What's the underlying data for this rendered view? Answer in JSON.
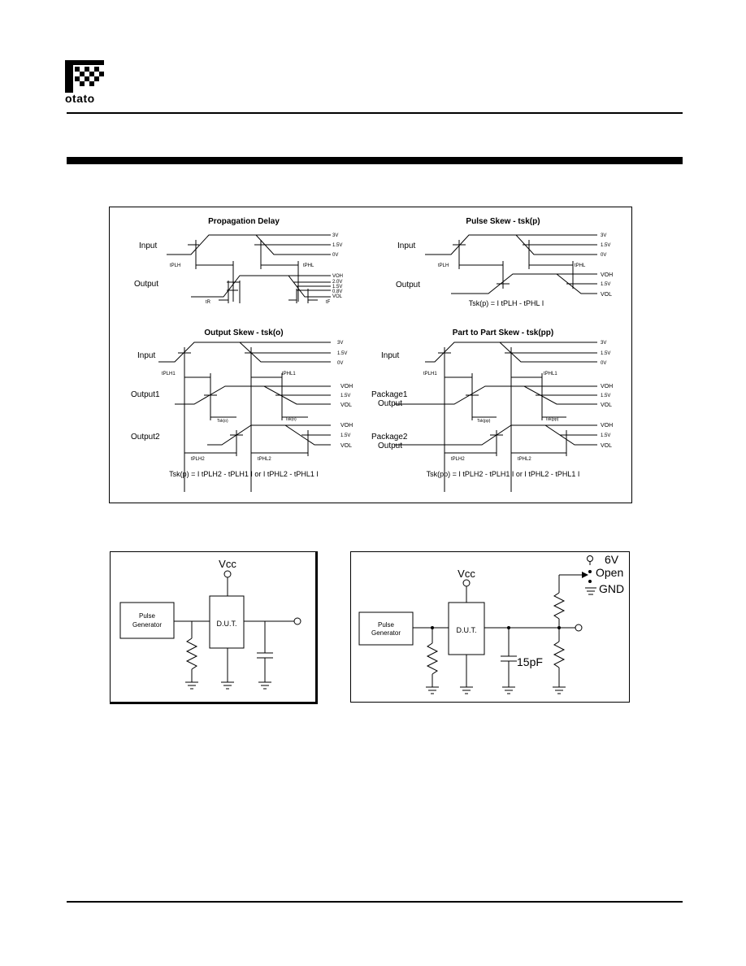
{
  "brand": {
    "logo_text": "otato"
  },
  "timing_diagram": {
    "propagation_delay": {
      "title": "Propagation Delay",
      "input_label": "Input",
      "output_label": "Output",
      "in_levels": [
        "3V",
        "1.5V",
        "0V"
      ],
      "out_levels": [
        "VOH",
        "2.0V",
        "1.5V",
        "0.8V",
        "VOL"
      ],
      "t_plh": "tPLH",
      "t_phl": "tPHL",
      "t_r": "tR",
      "t_f": "tF"
    },
    "pulse_skew": {
      "title": "Pulse Skew - tsk(p)",
      "input_label": "Input",
      "output_label": "Output",
      "in_levels": [
        "3V",
        "1.5V",
        "0V"
      ],
      "out_levels": [
        "VOH",
        "1.5V",
        "VOL"
      ],
      "t_plh": "tPLH",
      "t_phl": "tPHL",
      "formula": "Tsk(p) = I tPLH - tPHL I"
    },
    "output_skew": {
      "title": "Output Skew - tsk(o)",
      "input_label": "Input",
      "output1_label": "Output1",
      "output2_label": "Output2",
      "in_levels": [
        "3V",
        "1.5V",
        "0V"
      ],
      "out1_levels": [
        "VOH",
        "1.5V",
        "VOL"
      ],
      "out2_levels": [
        "VOH",
        "1.5V",
        "VOL"
      ],
      "t_plh1": "tPLH1",
      "t_phl1": "tPHL1",
      "t_plh2": "tPLH2",
      "t_phl2": "tPHL2",
      "tsk": "Tsk(o)",
      "formula": "Tsk(p) = I tPLH2 - tPLH1 I or I tPHL2 - tPHL1 I"
    },
    "part_skew": {
      "title": "Part to Part Skew - tsk(pp)",
      "input_label": "Input",
      "package1_label_a": "Package1",
      "package1_label_b": "Output",
      "package2_label_a": "Package2",
      "package2_label_b": "Output",
      "in_levels": [
        "3V",
        "1.5V",
        "0V"
      ],
      "out1_levels": [
        "VOH",
        "1.5V",
        "VOL"
      ],
      "out2_levels": [
        "VOH",
        "1.5V",
        "VOL"
      ],
      "t_plh1": "tPLH1",
      "t_phl1": "tPHL1",
      "t_plh2": "tPLH2",
      "t_phl2": "tPHL2",
      "tsk": "Tsk(pp)",
      "formula": "Tsk(pp) = I tPLH2 - tPLH1 I or I tPHL2 - tPHL1 I"
    }
  },
  "circuit_left": {
    "vcc": "Vcc",
    "pulse_gen_line1": "Pulse",
    "pulse_gen_line2": "Generator",
    "dut": "D.U.T."
  },
  "circuit_right": {
    "vcc": "Vcc",
    "pulse_gen_line1": "Pulse",
    "pulse_gen_line2": "Generator",
    "dut": "D.U.T.",
    "cap": "15pF",
    "switch_6v": "6V",
    "switch_open": "Open",
    "switch_gnd": "GND"
  }
}
